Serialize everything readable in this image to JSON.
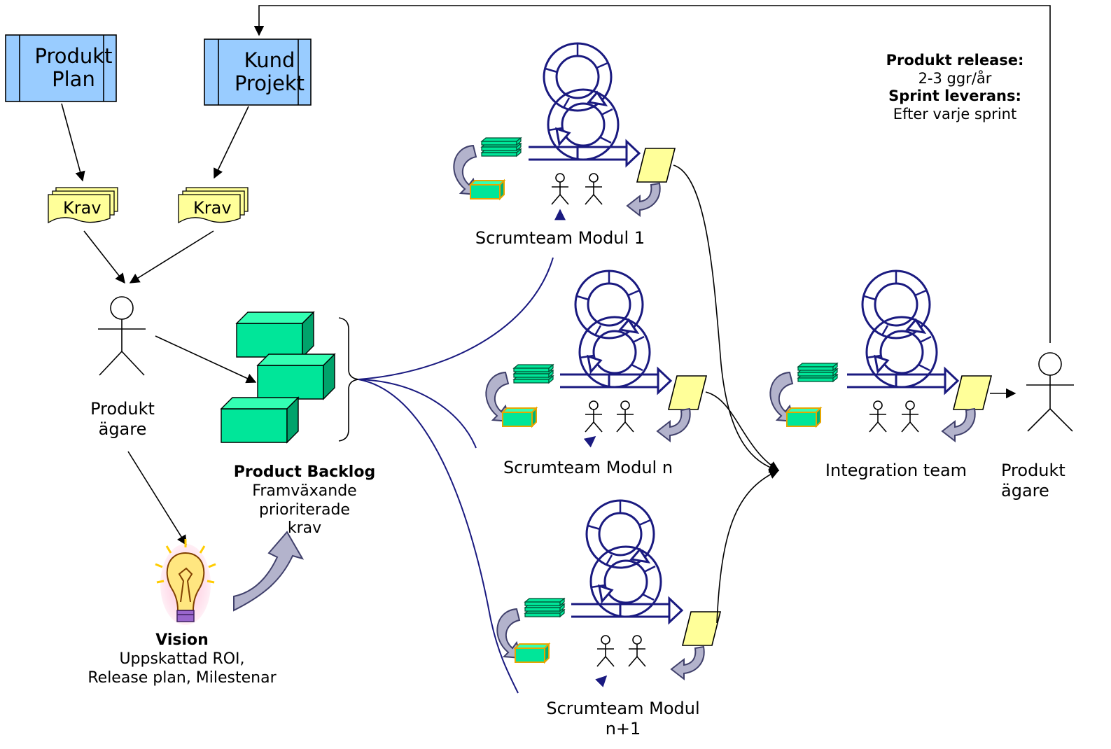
{
  "documents": {
    "produkt_plan": [
      "Produkt",
      "Plan"
    ],
    "kund_projekt": [
      "Kund",
      "Projekt"
    ]
  },
  "krav": [
    "Krav",
    "Krav"
  ],
  "product_owner_left": [
    "Produkt",
    "ägare"
  ],
  "product_owner_right": [
    "Produkt",
    "ägare"
  ],
  "backlog": {
    "title": "Product Backlog",
    "lines": [
      "Framväxande",
      "prioriterade",
      "krav"
    ]
  },
  "vision": {
    "title": "Vision",
    "lines": [
      "Uppskattad ROI,",
      "Release plan, Milestenar"
    ]
  },
  "teams": {
    "modul1": "Scrumteam Modul 1",
    "moduln": "Scrumteam Modul n",
    "moduln1": [
      "Scrumteam Modul",
      "n+1"
    ],
    "integration": "Integration team"
  },
  "release_info": {
    "release_title": "Produkt release:",
    "release_value": "2-3 ggr/år",
    "sprint_title": "Sprint leverans:",
    "sprint_value": "Efter varje sprint"
  },
  "colors": {
    "doc_blue": "#99ccff",
    "note_yellow": "#ffff99",
    "box_green": "#00e699",
    "cycle_navy": "#1a1a80",
    "curve_arrow_gray": "#b3b3cc"
  }
}
